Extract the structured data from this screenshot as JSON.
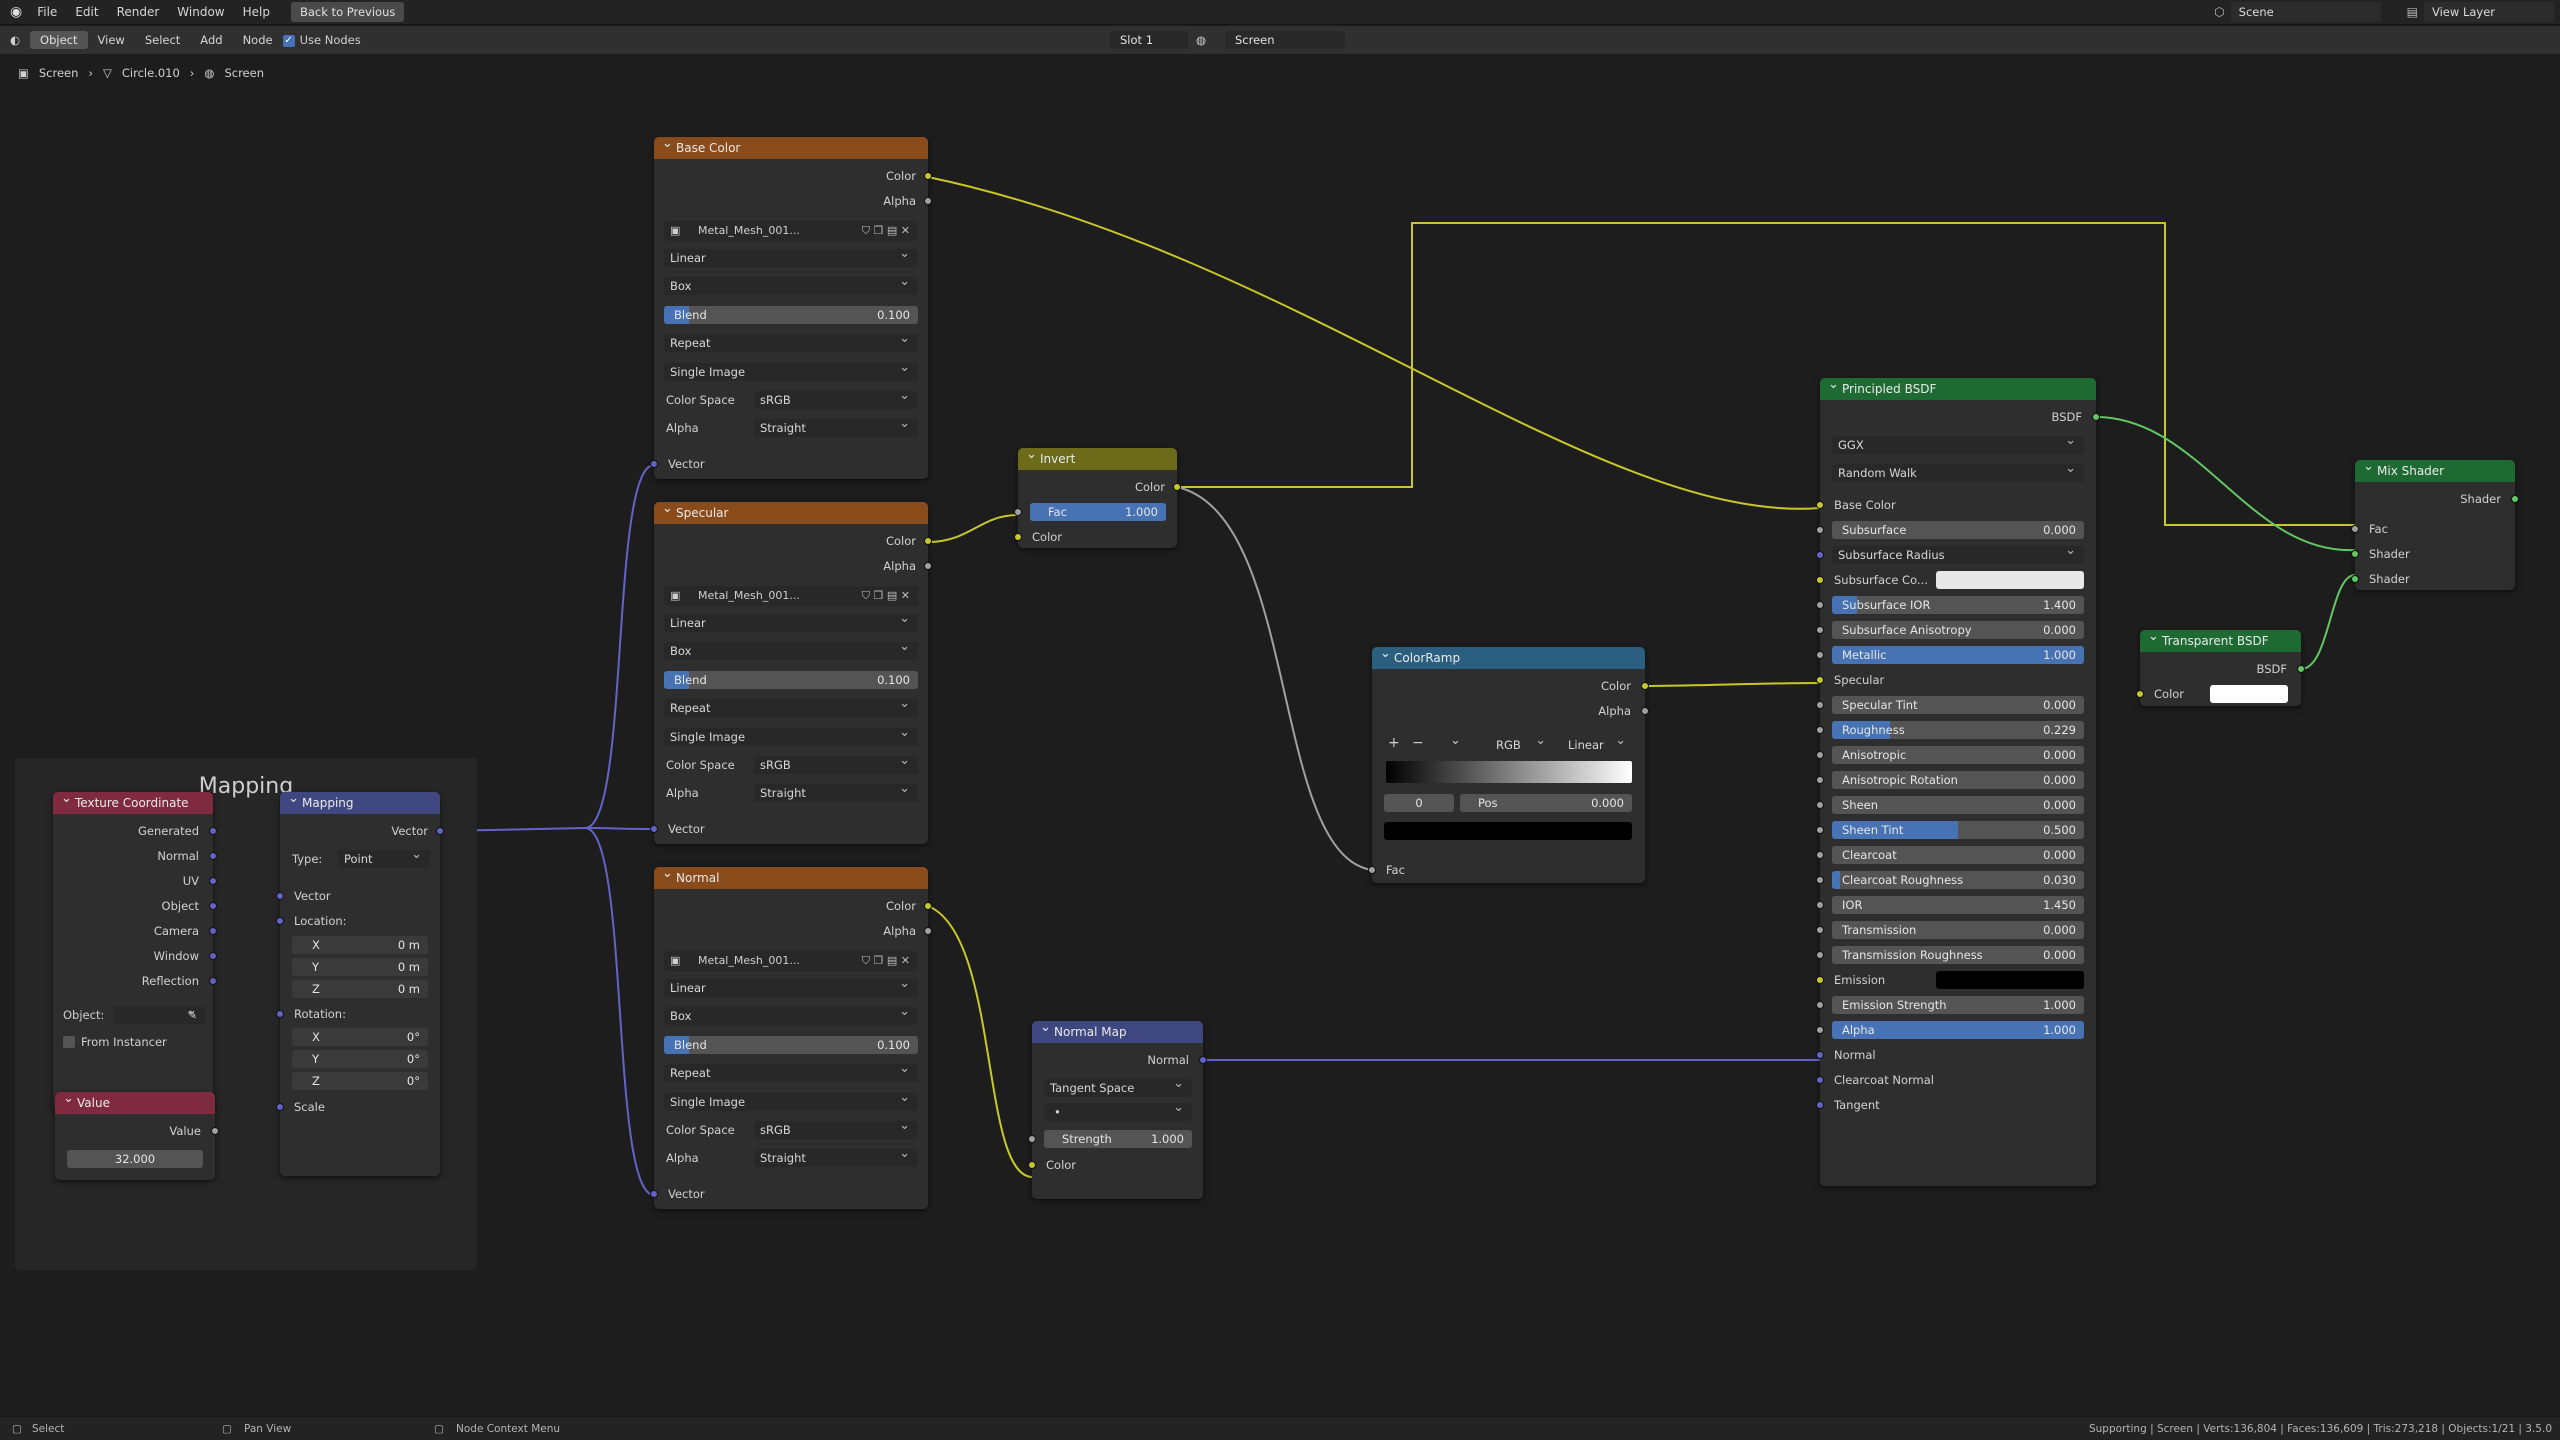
{
  "topbar": {
    "menus": [
      "File",
      "Edit",
      "Render",
      "Window",
      "Help"
    ],
    "back_button": "Back to Previous",
    "scene": "Scene",
    "view_layer": "View Layer"
  },
  "header": {
    "mode": "Object",
    "menus": [
      "View",
      "Select",
      "Add",
      "Node"
    ],
    "use_nodes": "Use Nodes",
    "slot": "Slot 1",
    "material": "Screen"
  },
  "breadcrumb": [
    "Screen",
    "Circle.010",
    "Screen"
  ],
  "frame_title": "Mapping",
  "common": {
    "color": "Color",
    "alpha": "Alpha",
    "vector": "Vector",
    "image_name": "Metal_Mesh_001...",
    "interp": "Linear",
    "proj": "Box",
    "blend": "Blend",
    "blend_val": "0.100",
    "ext": "Repeat",
    "source": "Single Image",
    "cs_label": "Color Space",
    "cs_val": "sRGB",
    "alpha_label": "Alpha",
    "alpha_val": "Straight"
  },
  "nodes": {
    "base_color": {
      "title": "Base Color"
    },
    "specular": {
      "title": "Specular"
    },
    "normal": {
      "title": "Normal"
    },
    "texcoord": {
      "title": "Texture Coordinate",
      "outputs": [
        "Generated",
        "Normal",
        "UV",
        "Object",
        "Camera",
        "Window",
        "Reflection"
      ],
      "object_label": "Object:",
      "from_instancer": "From Instancer"
    },
    "mapping": {
      "title": "Mapping",
      "out": "Vector",
      "type_label": "Type:",
      "type_val": "Point",
      "vector": "Vector",
      "location": "Location:",
      "rotation": "Rotation:",
      "scale": "Scale",
      "loc": [
        [
          "X",
          "0 m"
        ],
        [
          "Y",
          "0 m"
        ],
        [
          "Z",
          "0 m"
        ]
      ],
      "rot": [
        [
          "X",
          "0°"
        ],
        [
          "Y",
          "0°"
        ],
        [
          "Z",
          "0°"
        ]
      ]
    },
    "value": {
      "title": "Value",
      "out": "Value",
      "val": "32.000"
    },
    "invert": {
      "title": "Invert",
      "out": "Color",
      "fac": "Fac",
      "fac_val": "1.000",
      "in": "Color"
    },
    "colorramp": {
      "title": "ColorRamp",
      "out_color": "Color",
      "out_alpha": "Alpha",
      "mode": "RGB",
      "interp": "Linear",
      "idx": "0",
      "pos": "Pos",
      "pos_val": "0.000",
      "fac": "Fac"
    },
    "normalmap": {
      "title": "Normal Map",
      "out": "Normal",
      "space": "Tangent Space",
      "strength": "Strength",
      "strength_val": "1.000",
      "in": "Color"
    },
    "principled": {
      "title": "Principled BSDF",
      "out": "BSDF",
      "dist": "GGX",
      "sss_method": "Random Walk",
      "rows": [
        [
          "Base Color",
          "",
          null
        ],
        [
          "Subsurface",
          "0.000",
          0
        ],
        [
          "Subsurface Radius",
          "",
          null
        ],
        [
          "Subsurface Co...",
          "",
          null
        ],
        [
          "Subsurface IOR",
          "1.400",
          0.1
        ],
        [
          "Subsurface Anisotropy",
          "0.000",
          0
        ],
        [
          "Metallic",
          "1.000",
          1
        ],
        [
          "Specular",
          "",
          null
        ],
        [
          "Specular Tint",
          "0.000",
          0
        ],
        [
          "Roughness",
          "0.229",
          0.229
        ],
        [
          "Anisotropic",
          "0.000",
          0
        ],
        [
          "Anisotropic Rotation",
          "0.000",
          0
        ],
        [
          "Sheen",
          "0.000",
          0
        ],
        [
          "Sheen Tint",
          "0.500",
          0.5
        ],
        [
          "Clearcoat",
          "0.000",
          0
        ],
        [
          "Clearcoat Roughness",
          "0.030",
          0.03
        ],
        [
          "IOR",
          "1.450",
          0
        ],
        [
          "Transmission",
          "0.000",
          0
        ],
        [
          "Transmission Roughness",
          "0.000",
          0
        ],
        [
          "Emission",
          "",
          null
        ],
        [
          "Emission Strength",
          "1.000",
          0
        ],
        [
          "Alpha",
          "1.000",
          1
        ],
        [
          "Normal",
          "",
          null
        ],
        [
          "Clearcoat Normal",
          "",
          null
        ],
        [
          "Tangent",
          "",
          null
        ]
      ]
    },
    "transparent": {
      "title": "Transparent BSDF",
      "out": "BSDF",
      "in": "Color"
    },
    "mix": {
      "title": "Mix Shader",
      "out": "Shader",
      "inputs": [
        "Fac",
        "Shader",
        "Shader"
      ]
    }
  },
  "status": {
    "left": "Select",
    "mid": "Pan View",
    "ctx": "Node Context Menu",
    "right": "Supporting | Screen | Verts:136,804 | Faces:136,609 | Tris:273,218 | Objects:1/21 | 3.5.0"
  }
}
